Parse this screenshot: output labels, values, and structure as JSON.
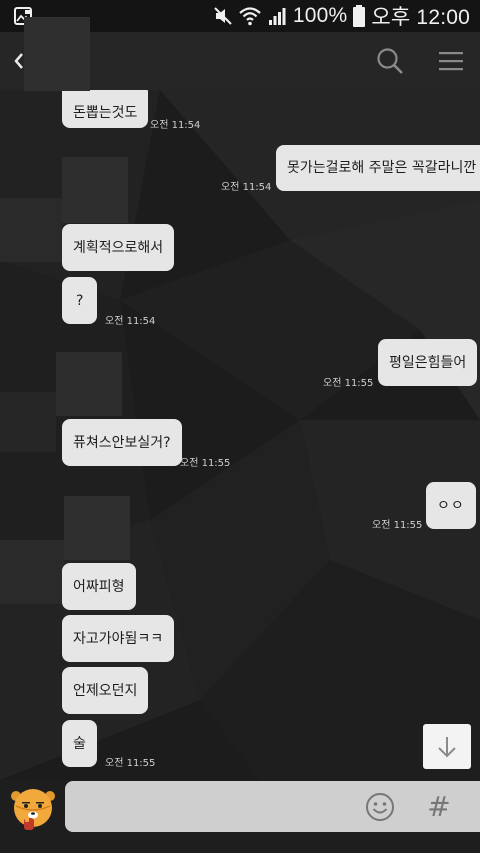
{
  "status_bar": {
    "battery_text": "100%",
    "time": "오후 12:00"
  },
  "app_bar": {
    "back_icon": "chevron-left-icon",
    "search_icon": "search-icon",
    "menu_icon": "hamburger-menu-icon"
  },
  "messages": [
    {
      "side": "left",
      "text": "돈뽑는것도",
      "time": "오전 11:54"
    },
    {
      "side": "right",
      "text": "못가는걸로해 주말은 꼭갈라니깐",
      "time": "오전 11:54"
    },
    {
      "side": "left",
      "text": "계획적으로해서",
      "time": ""
    },
    {
      "side": "left",
      "text": "?",
      "time": "오전 11:54"
    },
    {
      "side": "right",
      "text": "평일은힘들어",
      "time": "오전 11:55"
    },
    {
      "side": "left",
      "text": "퓨쳐스안보실거?",
      "time": "오전 11:55"
    },
    {
      "side": "right",
      "text": "ㅇㅇ",
      "time": "오전 11:55"
    },
    {
      "side": "left",
      "text": "어짜피형",
      "time": ""
    },
    {
      "side": "left",
      "text": "자고가야됨ㅋㅋ",
      "time": ""
    },
    {
      "side": "left",
      "text": "언제오던지",
      "time": ""
    },
    {
      "side": "left",
      "text": "술",
      "time": "오전 11:55"
    }
  ],
  "input": {
    "value": "",
    "emoji_icon": "smiley-icon",
    "hash_label": "#"
  },
  "colors": {
    "background": "#1c1c1c",
    "app_bar": "#262626",
    "bubble": "#e6e6e6",
    "input": "#cfcfcf"
  }
}
